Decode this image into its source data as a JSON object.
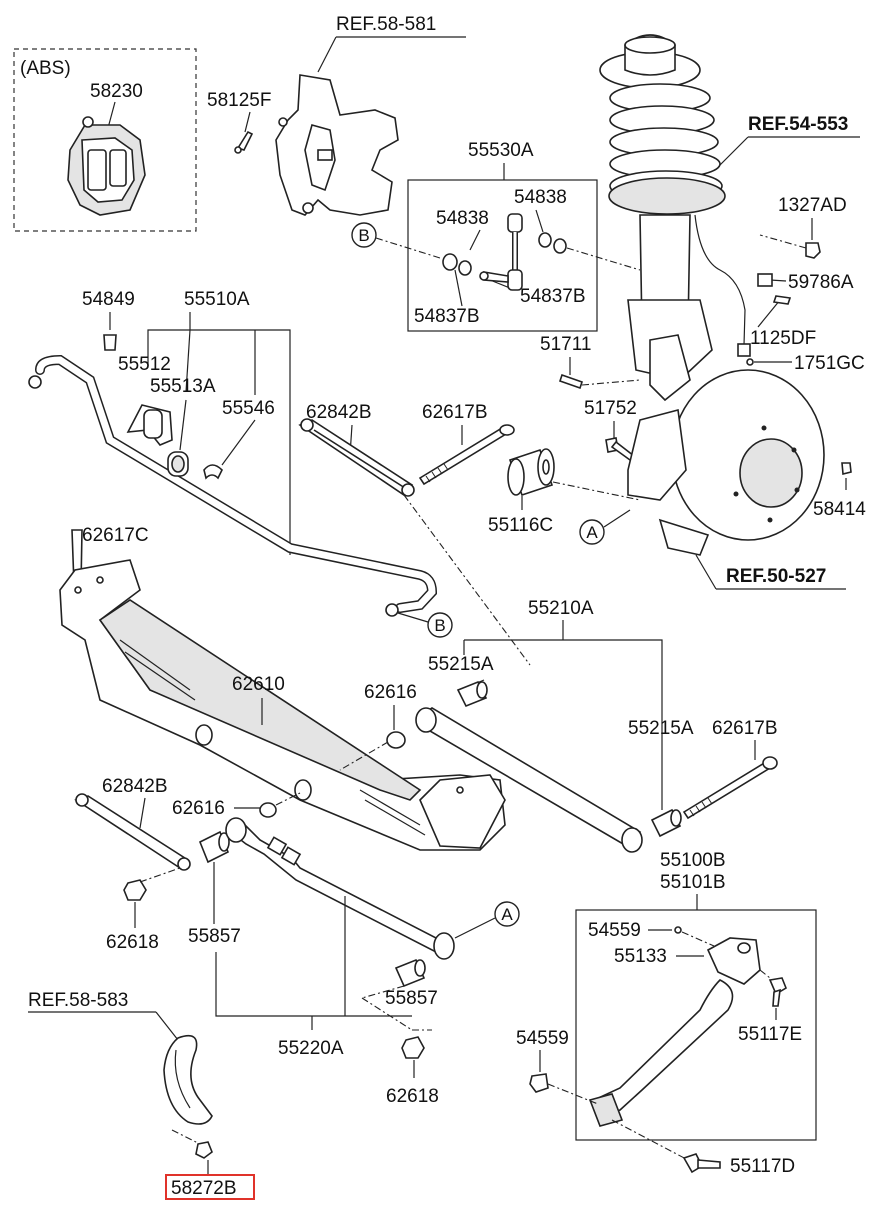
{
  "labels": {
    "abs": "(ABS)",
    "p58230": "58230",
    "ref58581": "REF.58-581",
    "p58125F": "58125F",
    "p55530A": "55530A",
    "p54838a": "54838",
    "p54838b": "54838",
    "p54837Ba": "54837B",
    "p54837Bb": "54837B",
    "ref54553": "REF.54-553",
    "p1327AD": "1327AD",
    "p59786A": "59786A",
    "p1125DF": "1125DF",
    "p1751GC": "1751GC",
    "p51711": "51711",
    "p51752": "51752",
    "p58414": "58414",
    "p54849": "54849",
    "p55510A": "55510A",
    "p55512": "55512",
    "p55513A": "55513A",
    "p55546": "55546",
    "p62842Ba": "62842B",
    "p62617Ba": "62617B",
    "p55116C": "55116C",
    "ref50527": "REF.50-527",
    "p62617C": "62617C",
    "p55210A": "55210A",
    "p55215Aa": "55215A",
    "p62610": "62610",
    "p62616a": "62616",
    "p55215Ab": "55215A",
    "p62617Bb": "62617B",
    "p62842Bb": "62842B",
    "p62616b": "62616",
    "p62618a": "62618",
    "p55857a": "55857",
    "p55100B": "55100B",
    "p55101B": "55101B",
    "p54559a": "54559",
    "p55133": "55133",
    "ref58583": "REF.58-583",
    "p55857b": "55857",
    "p55117E": "55117E",
    "p54559b": "54559",
    "p55220A": "55220A",
    "p62618b": "62618",
    "p55117D": "55117D",
    "p58272B": "58272B"
  },
  "callouts": {
    "A1": "A",
    "A2": "A",
    "B1": "B",
    "B2": "B"
  },
  "highlight_color": "#e0322a"
}
